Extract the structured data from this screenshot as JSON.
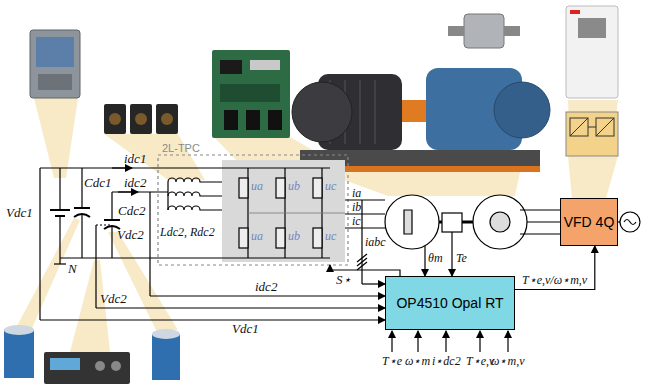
{
  "diagram": {
    "nodes": [
      {
        "text": [
          "OP4510 Opal RT"
        ]
      },
      {
        "text": [
          "VFD 4Q"
        ]
      }
    ],
    "edges": [
      {
        "from": 0,
        "to": 1,
        "arrow": "to",
        "label": "T⋆e,v/ω⋆m,v"
      }
    ],
    "labels": [
      "2L-TPC",
      "idc1",
      "idc2",
      "Vdc1",
      "Cdc1",
      "Cdc2",
      "Vdc2",
      "N",
      "Ldc2, Rdc2",
      "ua",
      "ub",
      "uc",
      "ua",
      "ub",
      "uc",
      "ia",
      "ib",
      "ic",
      "iabc",
      "S⋆",
      "θm",
      "Te",
      "idc2",
      "Vdc2",
      "Vdc1",
      "T⋆e",
      "ω⋆m",
      "i⋆dc2",
      "T⋆e,v",
      "ω⋆m,v"
    ]
  }
}
